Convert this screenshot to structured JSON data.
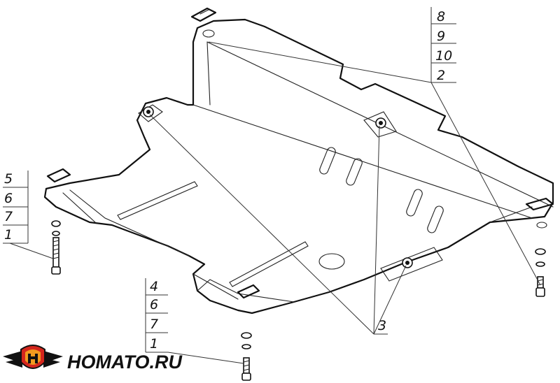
{
  "callouts": {
    "top_right": [
      "8",
      "9",
      "10",
      "2"
    ],
    "left": [
      "5",
      "6",
      "7",
      "1"
    ],
    "bottom_mid": [
      "4",
      "6",
      "7",
      "1"
    ],
    "bottom_three": "3"
  },
  "logo": {
    "text": "HOMATO.RU",
    "colors": {
      "emblem_red": "#d4261d",
      "emblem_dark": "#111111",
      "emblem_orange": "#f29a1f"
    }
  }
}
